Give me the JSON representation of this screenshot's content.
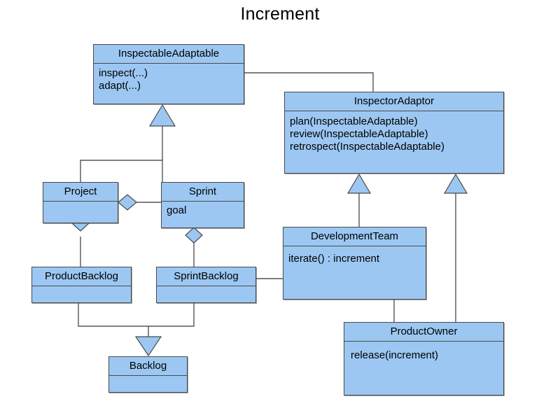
{
  "diagram": {
    "title": "Increment",
    "type": "uml-class-diagram",
    "colors": {
      "class_fill": "#9CC7F2",
      "class_border": "#4a4a4a",
      "edge_stroke": "#555555",
      "arrow_fill": "#9CC7F2",
      "background": "#ffffff",
      "text": "#000000"
    },
    "classes": [
      {
        "id": "inspectableadaptable",
        "name": "InspectableAdaptable",
        "members": "inspect(...)\nadapt(...)"
      },
      {
        "id": "inspectoradaptor",
        "name": "InspectorAdaptor",
        "members": "plan(InspectableAdaptable)\nreview(InspectableAdaptable)\nretrospect(InspectableAdaptable)"
      },
      {
        "id": "project",
        "name": "Project",
        "members": ""
      },
      {
        "id": "sprint",
        "name": "Sprint",
        "members": "goal"
      },
      {
        "id": "productbacklog",
        "name": "ProductBacklog",
        "members": ""
      },
      {
        "id": "sprintbacklog",
        "name": "SprintBacklog",
        "members": ""
      },
      {
        "id": "developmentteam",
        "name": "DevelopmentTeam",
        "members": "iterate() : increment"
      },
      {
        "id": "productowner",
        "name": "ProductOwner",
        "members": "release(increment)"
      },
      {
        "id": "backlog",
        "name": "Backlog",
        "members": ""
      }
    ],
    "relationships": [
      {
        "id": "rel-project-generalizes-inspectableadaptable",
        "from": "Project",
        "to": "InspectableAdaptable",
        "kind": "generalization"
      },
      {
        "id": "rel-sprint-generalizes-inspectableadaptable",
        "from": "Sprint",
        "to": "InspectableAdaptable",
        "kind": "generalization"
      },
      {
        "id": "rel-developmentteam-generalizes-inspectoradaptor",
        "from": "DevelopmentTeam",
        "to": "InspectorAdaptor",
        "kind": "generalization"
      },
      {
        "id": "rel-productowner-generalizes-inspectoradaptor",
        "from": "ProductOwner",
        "to": "InspectorAdaptor",
        "kind": "generalization"
      },
      {
        "id": "rel-productbacklog-generalizes-backlog",
        "from": "ProductBacklog",
        "to": "Backlog",
        "kind": "generalization"
      },
      {
        "id": "rel-sprintbacklog-generalizes-backlog",
        "from": "SprintBacklog",
        "to": "Backlog",
        "kind": "generalization"
      },
      {
        "id": "rel-project-aggregates-sprint",
        "from": "Project",
        "to": "Sprint",
        "kind": "aggregation"
      },
      {
        "id": "rel-project-aggregates-productbacklog",
        "from": "Project",
        "to": "ProductBacklog",
        "kind": "aggregation"
      },
      {
        "id": "rel-sprint-aggregates-sprintbacklog",
        "from": "Sprint",
        "to": "SprintBacklog",
        "kind": "aggregation"
      },
      {
        "id": "rel-inspectableadaptable-inspectoradaptor",
        "from": "InspectableAdaptable",
        "to": "InspectorAdaptor",
        "kind": "association"
      },
      {
        "id": "rel-sprintbacklog-developmentteam",
        "from": "SprintBacklog",
        "to": "DevelopmentTeam",
        "kind": "association"
      },
      {
        "id": "rel-developmentteam-productowner",
        "from": "DevelopmentTeam",
        "to": "ProductOwner",
        "kind": "association"
      }
    ]
  }
}
